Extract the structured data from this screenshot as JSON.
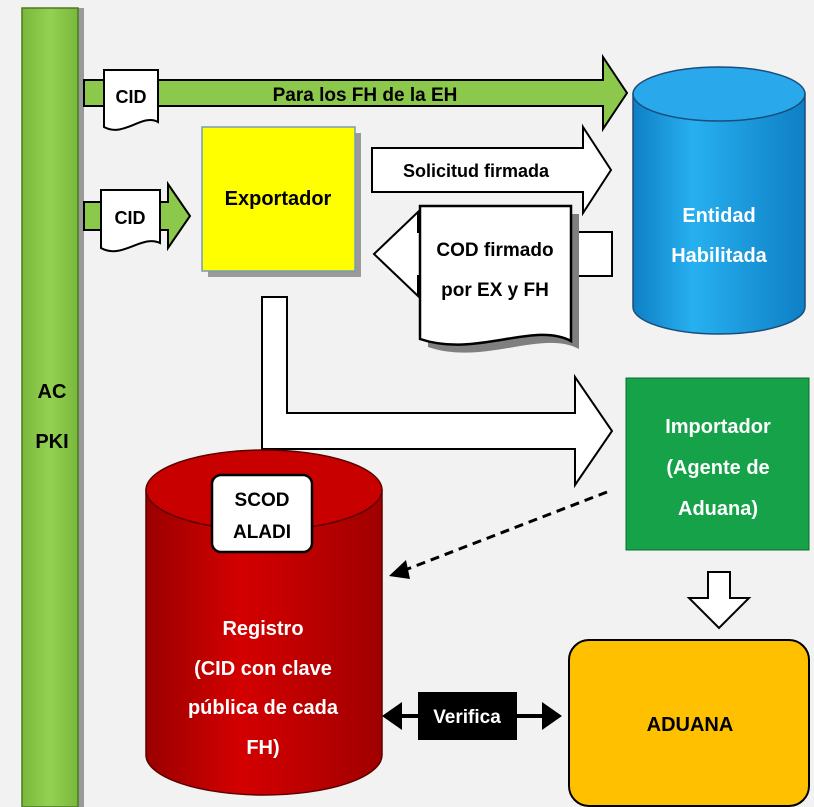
{
  "diagram": {
    "ac_pki": {
      "line1": "AC",
      "line2": "PKI"
    },
    "cid_top": "CID",
    "cid_mid": "CID",
    "arrow_top_label": "Para los FH de la EH",
    "exportador": "Exportador",
    "solicitud": "Solicitud firmada",
    "cod": {
      "line1": "COD firmado",
      "line2": "por EX y FH"
    },
    "entidad": {
      "line1": "Entidad",
      "line2": "Habilitada"
    },
    "importador": {
      "line1": "Importador",
      "line2": "(Agente de",
      "line3": "Aduana)"
    },
    "scod": {
      "line1": "SCOD",
      "line2": "ALADI"
    },
    "registro": {
      "line1": "Registro",
      "line2": "(CID con clave",
      "line3": "pública de cada",
      "line4": "FH)"
    },
    "verifica": "Verifica",
    "aduana": "ADUANA",
    "colors": {
      "ac_bar": "#8cc84b",
      "arrow_green": "#8cc84b",
      "exportador": "#ffff00",
      "entidad": "#1b9de2",
      "importador": "#15a248",
      "registro": "#c00000",
      "aduana": "#ffc000",
      "verifica": "#000000"
    }
  }
}
